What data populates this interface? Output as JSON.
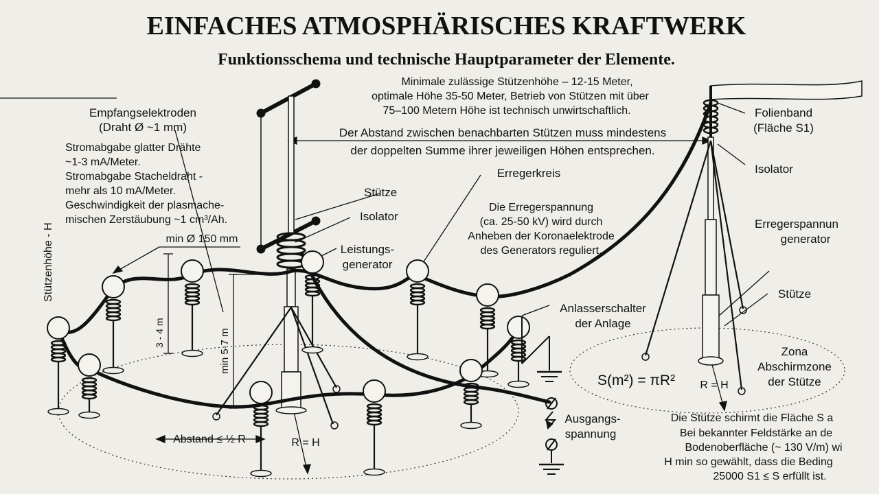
{
  "title": "EINFACHES ATMOSPHÄRISCHES KRAFTWERK",
  "subtitle": "Funktionsschema und technische Hauptparameter der Elemente.",
  "notes": {
    "height_line1": "Minimale zulässige Stützenhöhe – 12-15 Meter,",
    "height_line2": "optimale Höhe 35-50 Meter, Betrieb von Stützen mit über",
    "height_line3": "75–100 Metern Höhe ist technisch unwirtschaftlich.",
    "distance_line1": "Der Abstand zwischen benachbarten Stützen muss mindestens",
    "distance_line2": "der doppelten Summe ihrer jeweiligen Höhen entsprechen.",
    "electrodes_line1": "Empfangselektroden",
    "electrodes_line2": "(Draht Ø ~1 mm)",
    "current_line1": "Stromabgabe glatter Drähte",
    "current_line2": "~1-3 mA/Meter.",
    "current_line3": "Stromabgabe Stacheldraht -",
    "current_line4": "mehr als 10 mA/Meter.",
    "current_line5": "Geschwindigkeit der plasmache-",
    "current_line6": "mischen Zerstäubung ~1 cm³/Ah.",
    "exciter_line1": "Die Erregerspannung",
    "exciter_line2": "(ca. 25-50 kV) wird durch",
    "exciter_line3": "Anheben der Koronaelektrode",
    "exciter_line4": "des Generators reguliert.",
    "shield_line1": "Die Stütze schirmt die Fläche S a",
    "shield_line2": "Bei bekannter Feldstärke an de",
    "shield_line3": "Bodenoberfläche (~ 130 V/m) wi",
    "shield_line4": "H min so gewählt, dass die Beding",
    "shield_line5": "25000 S1 ≤ S erfüllt ist."
  },
  "labels": {
    "support_height": "Stützenhöhe - H",
    "stuetze_left": "Stütze",
    "isolator_left": "Isolator",
    "power_gen_line1": "Leistungs-",
    "power_gen_line2": "generator",
    "erregerkreis": "Erregerkreis",
    "min_diameter": "min Ø 150 mm",
    "height_3_4": "3 - 4 m",
    "height_min_5_7": "min 5-7 m",
    "starter_line1": "Anlasserschalter",
    "starter_line2": "der Anlage",
    "output_line1": "Ausgangs-",
    "output_line2": "spannung",
    "spacing": "Abstand ≤ ½ R",
    "r_eq_h_left": "R = H",
    "r_eq_h_right": "R = H",
    "foil_line1": "Folienband",
    "foil_line2": "(Fläche S1)",
    "isolator_right": "Isolator",
    "exciter_gen_line1": "Erregerspannun",
    "exciter_gen_line2": "generator",
    "stuetze_right": "Stütze",
    "zone_line1": "Zona",
    "zone_line2": "Abschirmzone",
    "zone_line3": "der Stütze",
    "formula": "S(m²) = πR²"
  }
}
